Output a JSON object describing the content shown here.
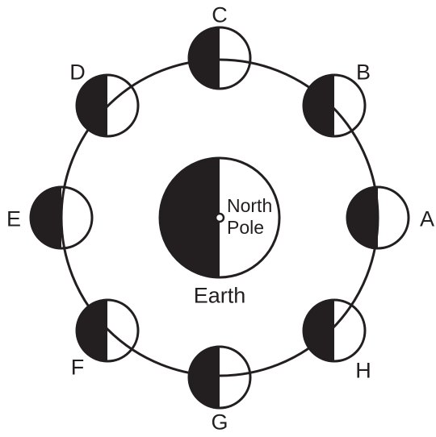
{
  "earth": {
    "label": "Earth",
    "pole_label_line1": "North",
    "pole_label_line2": "Pole"
  },
  "moon_positions": [
    "A",
    "B",
    "C",
    "D",
    "E",
    "F",
    "G",
    "H"
  ],
  "colors": {
    "ink": "#231f20",
    "dark_half": "#231f20",
    "lit_half": "#ffffff"
  }
}
